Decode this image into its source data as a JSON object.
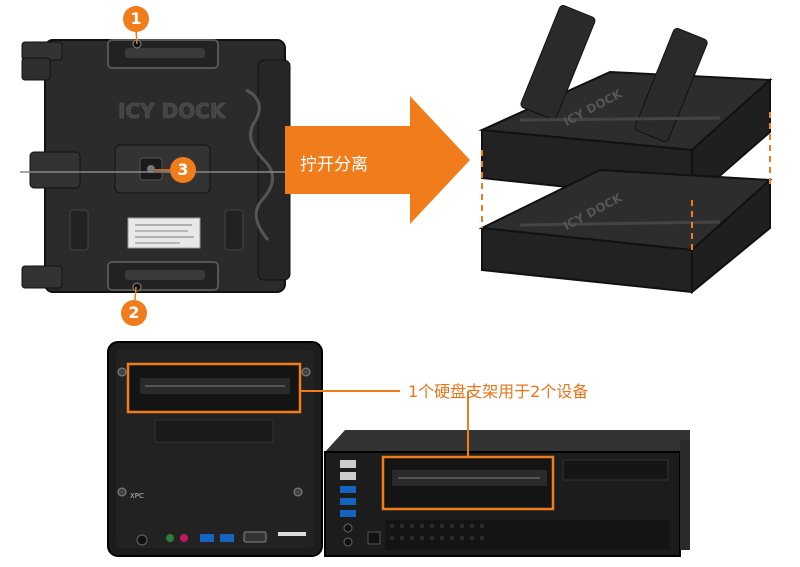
{
  "arrow_label": "拧开分离",
  "usage_label": "1个硬盘支架用于2个设备",
  "badges": [
    "1",
    "2",
    "3"
  ],
  "bracket_logo": "ICY DOCK",
  "pc_brand": "XPC",
  "colors": {
    "accent": "#f07c1c",
    "bracket": "#2a2a2a",
    "case": "#1c1c1c"
  },
  "icons": [
    "screw-icon",
    "right-arrow-icon"
  ]
}
